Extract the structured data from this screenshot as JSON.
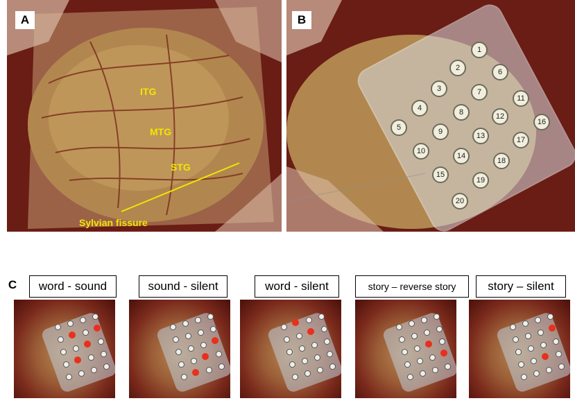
{
  "panels": {
    "a": {
      "label": "A",
      "annotations": {
        "itg": "ITG",
        "mtg": "MTG",
        "stg": "STG",
        "sylvian": "Sylvian fissure"
      }
    },
    "b": {
      "label": "B",
      "electrodes": [
        "1",
        "2",
        "3",
        "4",
        "5",
        "6",
        "7",
        "8",
        "9",
        "10",
        "11",
        "12",
        "13",
        "14",
        "15",
        "16",
        "17",
        "18",
        "19",
        "20"
      ]
    },
    "c": {
      "label": "C",
      "conditions": [
        "word - sound",
        "sound - silent",
        "word - silent",
        "story – reverse story",
        "story – silent"
      ]
    }
  },
  "colors": {
    "annotation": "#f2e600",
    "active_electrode": "#e8301c",
    "tissue": "#a06a3c"
  }
}
